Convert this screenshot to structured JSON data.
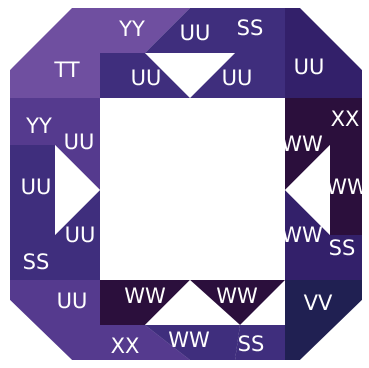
{
  "colors": {
    "background": "#ffffff",
    "label": "#ffffff",
    "purple_light": "#6f4fa0",
    "purple_mid": "#553a8e",
    "purple_indigo": "#3f2e7d",
    "purple_dark": "#33206a",
    "plum_dark": "#2b0f3c",
    "navy_dark": "#202052"
  },
  "labels": [
    "YY",
    "UU",
    "SS",
    "UU",
    "UU",
    "TT",
    "UU",
    "YY",
    "UU",
    "XX",
    "WW",
    "UU",
    "WW",
    "UU",
    "WW",
    "SS",
    "SS",
    "UU",
    "WW",
    "WW",
    "VV",
    "XX",
    "WW",
    "SS"
  ]
}
